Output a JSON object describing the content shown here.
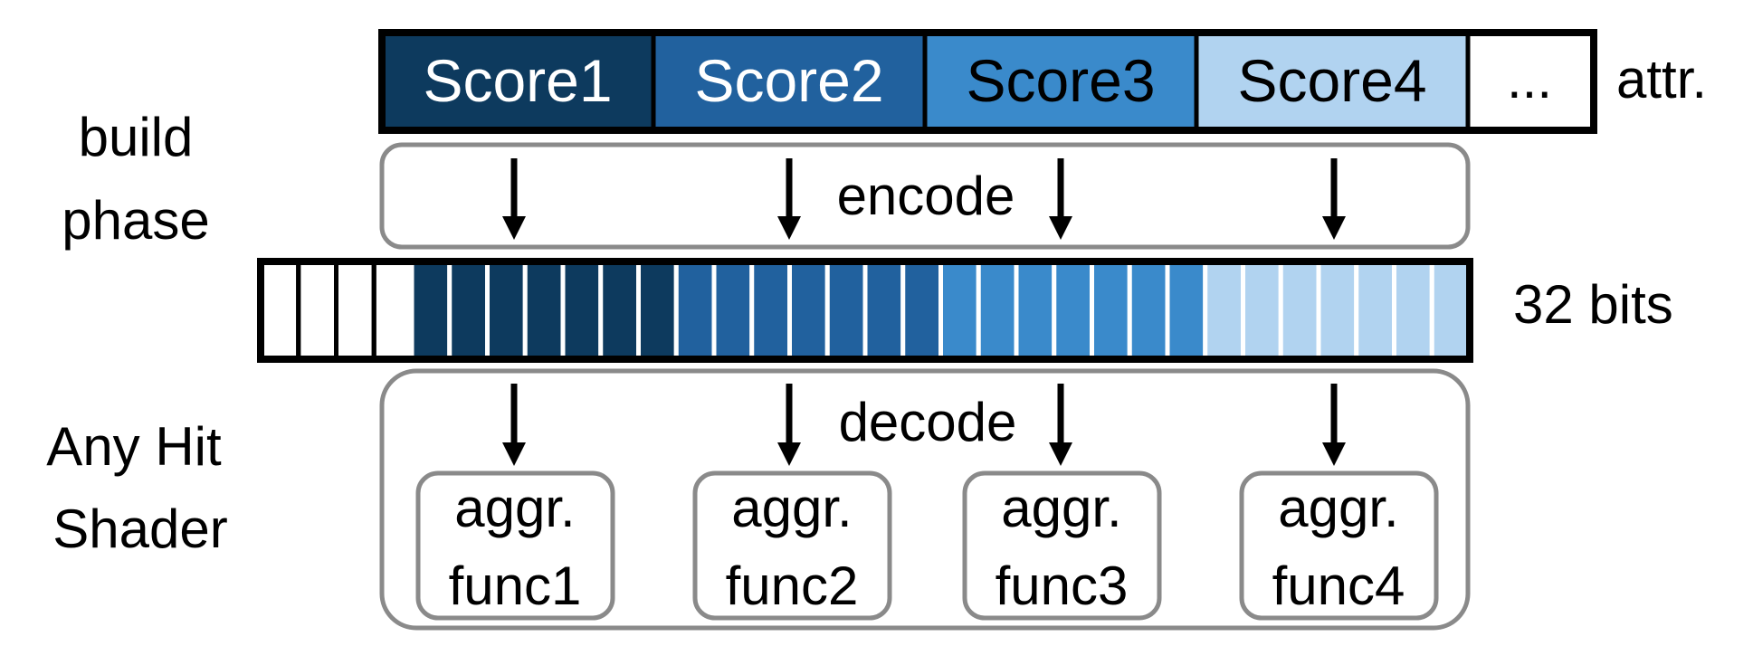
{
  "scores": [
    {
      "label": "Score1",
      "color": "#0d3a5e",
      "text_color": "#ffffff"
    },
    {
      "label": "Score2",
      "color": "#21619e",
      "text_color": "#ffffff"
    },
    {
      "label": "Score3",
      "color": "#3a8acb",
      "text_color": "#000000"
    },
    {
      "label": "Score4",
      "color": "#b1d3f0",
      "text_color": "#000000"
    }
  ],
  "ellipsis": "...",
  "attr_label": "attr.",
  "side_labels": {
    "build": [
      "build",
      "phase"
    ],
    "anyhit": [
      "Any Hit",
      "Shader"
    ]
  },
  "encode_label": "encode",
  "decode_label": "decode",
  "bits_label": "32 bits",
  "bits": {
    "total": 32,
    "unused": 4,
    "per_score": 7,
    "unused_color": "#ffffff"
  },
  "funcs": [
    {
      "line1": "aggr.",
      "line2": "func1"
    },
    {
      "line1": "aggr.",
      "line2": "func2"
    },
    {
      "line1": "aggr.",
      "line2": "func3"
    },
    {
      "line1": "aggr.",
      "line2": "func4"
    }
  ],
  "colors": {
    "outline": "#000000",
    "box_border": "#8a8a8a"
  }
}
